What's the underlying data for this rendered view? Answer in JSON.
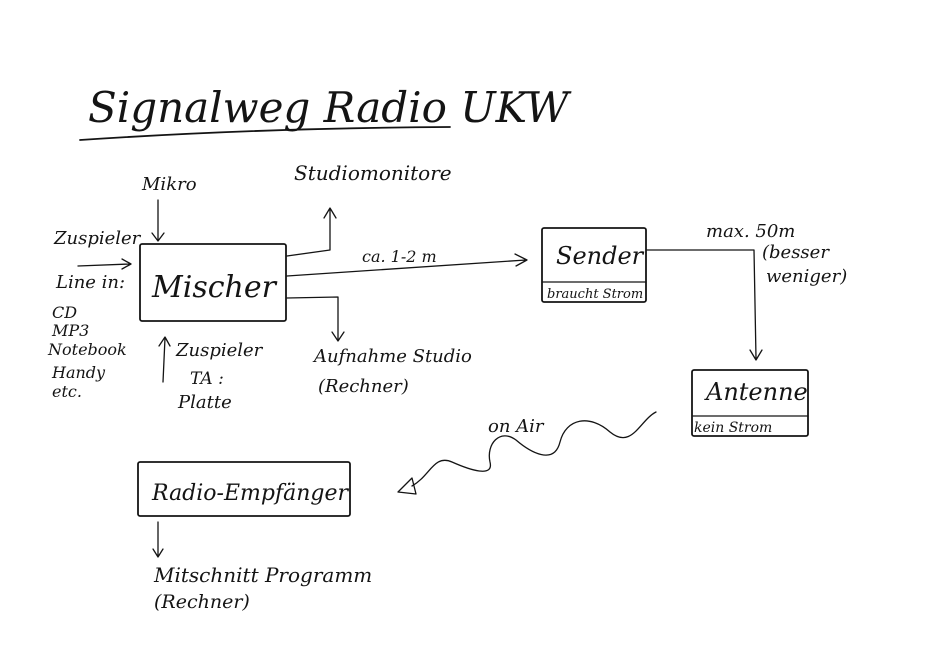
{
  "title": "Signalweg Radio UKW",
  "nodes": {
    "mischer": {
      "label": "Mischer"
    },
    "sender": {
      "label": "Sender",
      "note": "braucht Strom"
    },
    "antenne": {
      "label": "Antenne",
      "note": "kein Strom"
    },
    "empfaenger": {
      "label": "Radio-Empfänger"
    }
  },
  "inputs": {
    "mikro": "Mikro",
    "zuspieler_left": "Zuspieler",
    "line_in": "Line in:",
    "sources": [
      "CD",
      "MP3",
      "Notebook",
      "Handy",
      "etc."
    ],
    "zuspieler_bottom": "Zuspieler",
    "ta": "TA :",
    "platte": "Platte"
  },
  "outputs": {
    "studiomonitore": "Studiomonitore",
    "aufnahme_line1": "Aufnahme Studio",
    "aufnahme_line2": "(Rechner)"
  },
  "links": {
    "mischer_sender": "ca. 1-2 m",
    "sender_antenne_line1": "max. 50m",
    "sender_antenne_line2": "(besser",
    "sender_antenne_line3": "weniger)",
    "on_air": "on Air"
  },
  "mitschnitt": {
    "line1": "Mitschnitt Programm",
    "line2": "(Rechner)"
  },
  "colors": {
    "ink": "#141414",
    "paper": "#ffffff"
  }
}
